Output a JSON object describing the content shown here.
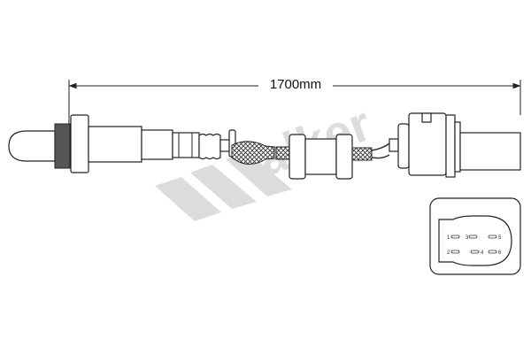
{
  "dimension": {
    "length_label": "1700mm"
  },
  "watermark": {
    "logo_text": "Walker",
    "color": "#d8d8d8"
  },
  "connector_face": {
    "pins": [
      "1",
      "2",
      "3",
      "4",
      "5",
      "6"
    ]
  }
}
